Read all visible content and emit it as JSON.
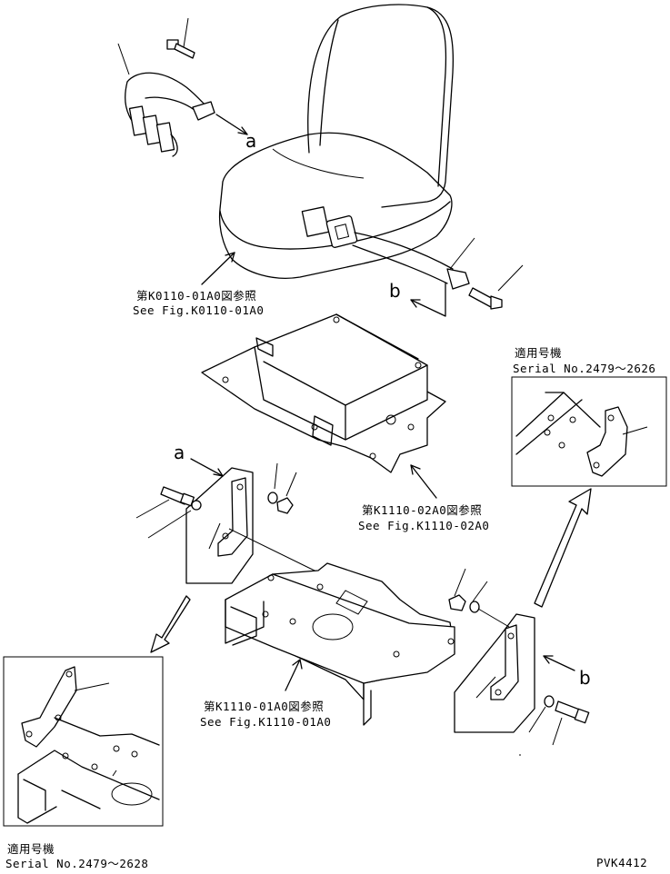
{
  "callouts": {
    "a_top": "a",
    "b_top": "b",
    "a_mid": "a",
    "b_right": "b"
  },
  "refs": {
    "seat": {
      "jp": "第K0110-01A0図参照",
      "en": "See Fig.K0110-01A0"
    },
    "console": {
      "jp": "第K1110-02A0図参照",
      "en": "See Fig.K1110-02A0"
    },
    "frame": {
      "jp": "第K1110-01A0図参照",
      "en": "See Fig.K1110-01A0"
    }
  },
  "applicable": {
    "right": {
      "jp": "適用号機",
      "en": "Serial No.2479～2626"
    },
    "left": {
      "jp": "適用号機",
      "en": "Serial No.2479～2628"
    }
  },
  "drawing_code": "PVK4412"
}
